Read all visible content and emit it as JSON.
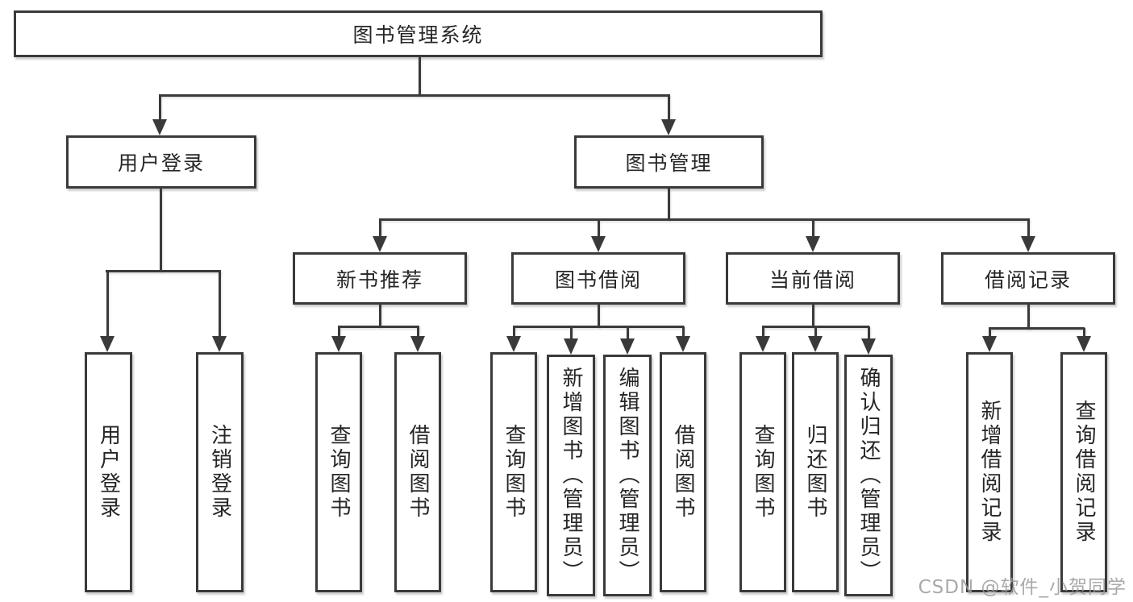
{
  "diagram": {
    "title": "图书管理系统",
    "level2": [
      {
        "label": "用户登录"
      },
      {
        "label": "图书管理"
      }
    ],
    "level3": [
      {
        "label": "新书推荐"
      },
      {
        "label": "图书借阅"
      },
      {
        "label": "当前借阅"
      },
      {
        "label": "借阅记录"
      }
    ],
    "leaves": [
      {
        "label": "用户登录"
      },
      {
        "label": "注销登录"
      },
      {
        "label": "查询图书"
      },
      {
        "label": "借阅图书"
      },
      {
        "label": "查询图书"
      },
      {
        "label": "新增图书（管理员）"
      },
      {
        "label": "编辑图书（管理员）"
      },
      {
        "label": "借阅图书"
      },
      {
        "label": "查询图书"
      },
      {
        "label": "归还图书"
      },
      {
        "label": "确认归还（管理员）"
      },
      {
        "label": "新增借阅记录"
      },
      {
        "label": "查询借阅记录"
      }
    ]
  },
  "watermark": {
    "text": "CSDN @软件_小贺同学"
  },
  "colors": {
    "line": "#3a3a3a",
    "text": "#262626",
    "background": "#ffffff",
    "watermark": "#9b9b9b"
  }
}
